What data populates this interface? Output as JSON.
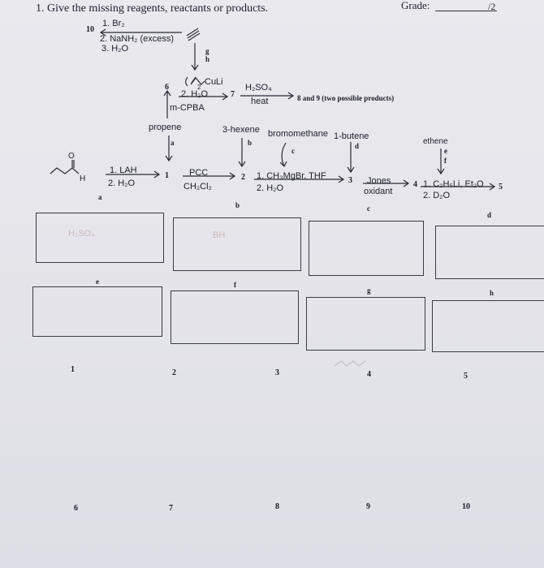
{
  "header": {
    "question": "1.  Give the missing reagents, reactants or products.",
    "grade_label": "Grade:",
    "grade_value": "/2"
  },
  "alkyne_step": {
    "number": "10",
    "reagents": [
      "1. Br₂",
      "2. NaNH₂ (excess)",
      "3. H₂O"
    ]
  },
  "letters_gh": [
    "g",
    "h"
  ],
  "cuprate_step": {
    "number": "6",
    "reagents": [
      "2. H₂O"
    ],
    "cuprate_label": "CuLi",
    "cuprate_subscript": "2",
    "epoxidation": "m-CPBA",
    "to_number": "7"
  },
  "acid_step": {
    "reagent": "H₂SO₄",
    "condition": "heat",
    "products": "8 and 9 (two possible products)"
  },
  "starting_materials": {
    "propene": "propene",
    "hexene": "3-hexene",
    "bromomethane": "bromomethane",
    "butene": "1-butene",
    "ethene": "ethene"
  },
  "main_sequence": {
    "aldehyde_H": "H",
    "aldehyde_O": "O",
    "step1": [
      "1. LAH",
      "2. H₂O"
    ],
    "p1": "1",
    "step2": [
      "PCC",
      "CH₂Cl₂"
    ],
    "p2": "2",
    "step3": [
      "1. CH₃MgBr, THF",
      "2. H₂O"
    ],
    "p3": "3",
    "step4": [
      "Jones",
      "oxidant"
    ],
    "p4": "4",
    "step5": [
      "1. C₂H₅Li, Et₂O",
      "2. D₂O"
    ],
    "p5": "5"
  },
  "letters": [
    "a",
    "b",
    "c",
    "d",
    "e",
    "f"
  ],
  "box_labels_row1": [
    "a",
    "b",
    "c",
    "d"
  ],
  "box_labels_row2": [
    "e",
    "f",
    "g",
    "h"
  ],
  "pencil_notes": [
    "H₂SO₄",
    "BH"
  ],
  "answer_numbers_row1": [
    "1",
    "2",
    "3",
    "4",
    "5"
  ],
  "answer_numbers_row2": [
    "6",
    "7",
    "8",
    "9",
    "10"
  ]
}
